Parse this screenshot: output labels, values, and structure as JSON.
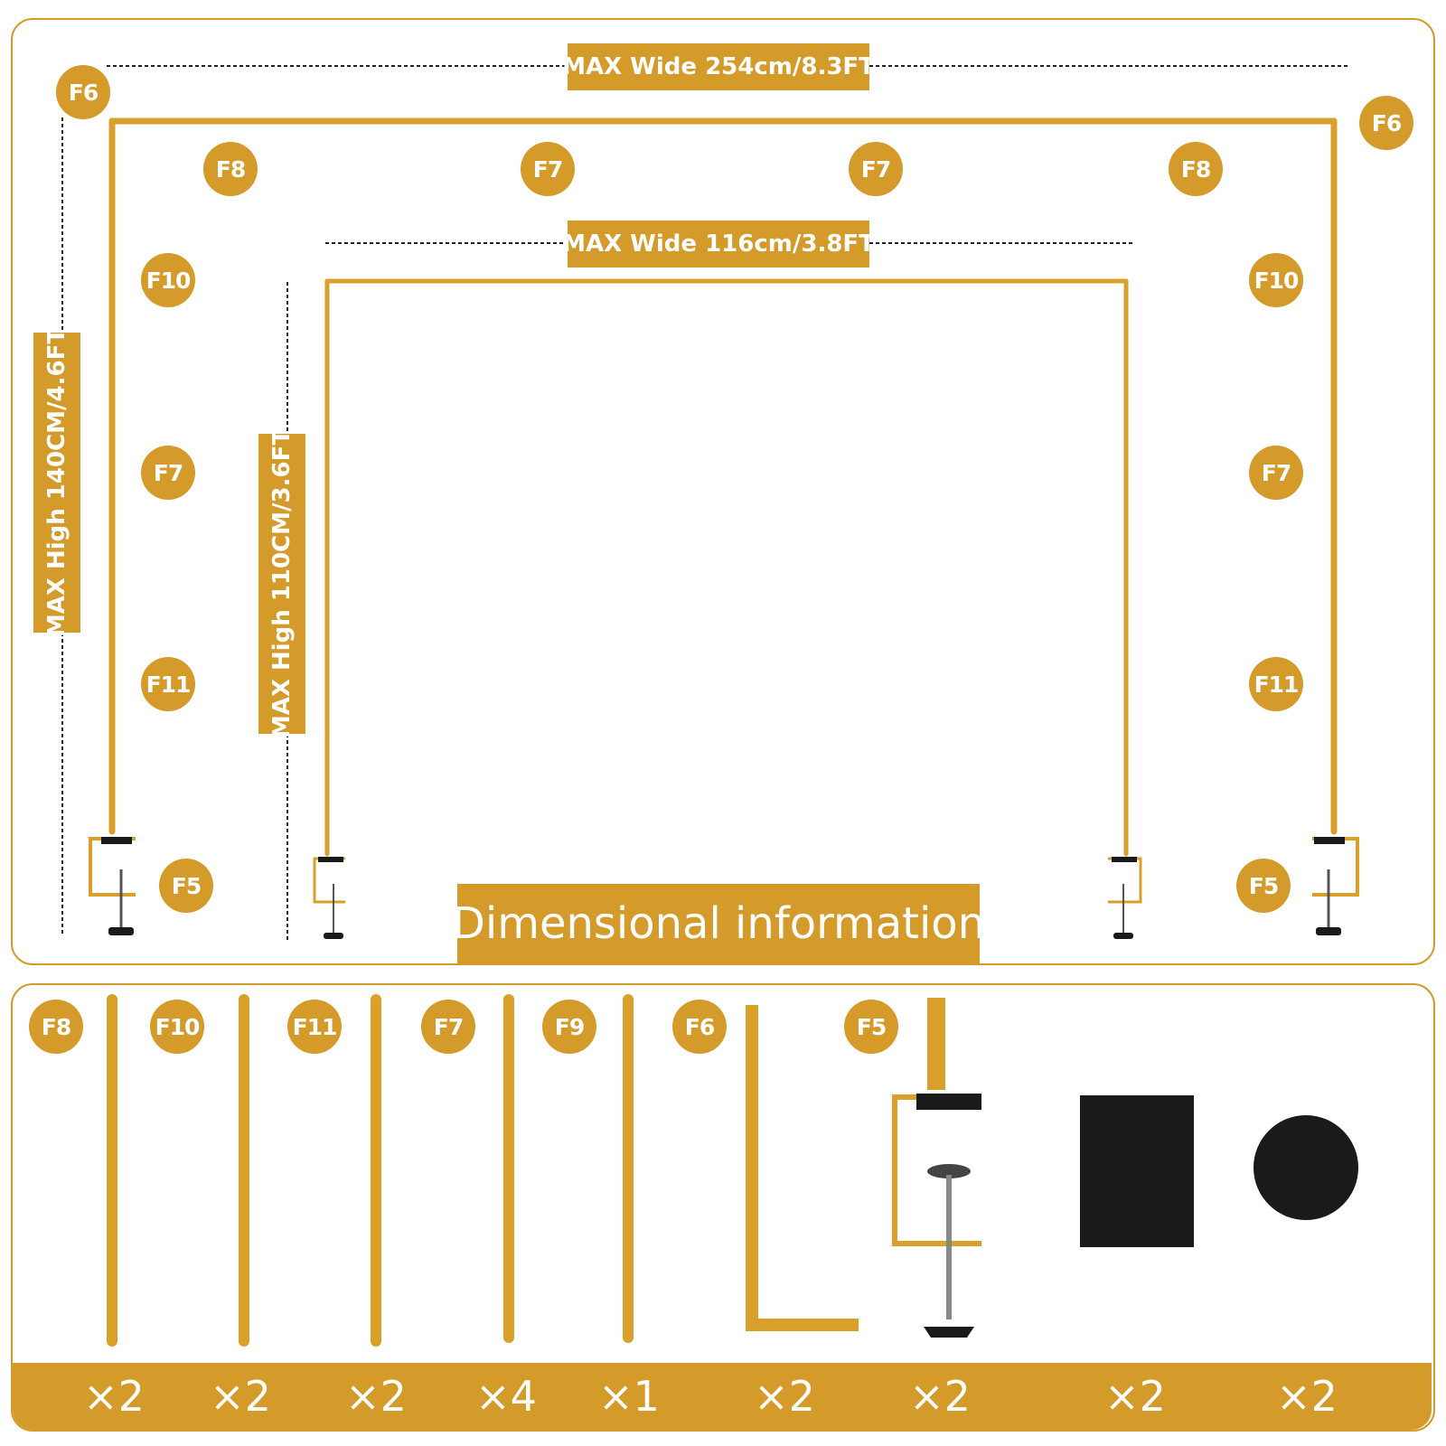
{
  "colors": {
    "gold": "#d49a2a",
    "black": "#1a1a1a",
    "white": "#ffffff"
  },
  "dimensions": {
    "max_wide_large": "MAX Wide 254cm/8.3FT",
    "max_wide_small": "MAX Wide 116cm/3.8FT",
    "max_high_large": "MAX High 140CM/4.6FT",
    "max_high_small": "MAX High 110CM/3.6FT"
  },
  "title": "Dimensional information",
  "frame_labels": {
    "top_left_f6": "F6",
    "top_right_f6": "F6",
    "f8_left": "F8",
    "f7_mid_left": "F7",
    "f7_mid_right": "F7",
    "f8_right": "F8",
    "f10_left": "F10",
    "f10_right": "F10",
    "f7_left": "F7",
    "f7_right": "F7",
    "f11_left": "F11",
    "f11_right": "F11",
    "f5_left": "F5",
    "f5_right": "F5"
  },
  "parts": [
    {
      "label": "F8",
      "qty": "×2"
    },
    {
      "label": "F10",
      "qty": "×2"
    },
    {
      "label": "F11",
      "qty": "×2"
    },
    {
      "label": "F7",
      "qty": "×4"
    },
    {
      "label": "F9",
      "qty": "×1"
    },
    {
      "label": "F6",
      "qty": "×2"
    },
    {
      "label": "F5",
      "qty": "×2"
    },
    {
      "label": "",
      "qty": "×2"
    },
    {
      "label": "",
      "qty": "×2"
    }
  ]
}
